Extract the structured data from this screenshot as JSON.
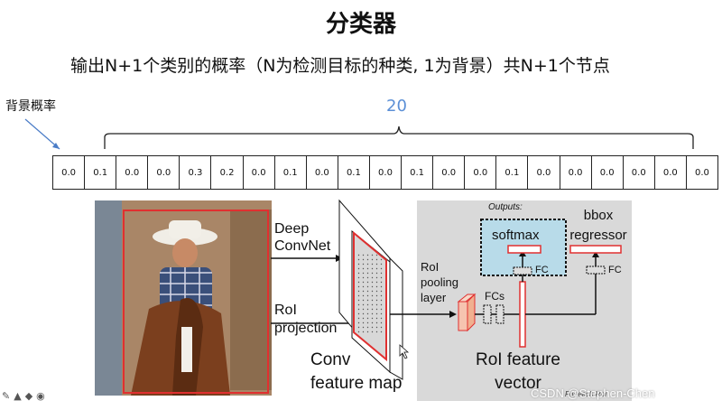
{
  "title": "分类器",
  "subtitle": "输出N+1个类别的概率（N为检测目标的种类, 1为背景）共N+1个节点",
  "background_label": "背景概率",
  "class_count": "20",
  "probabilities": [
    "0.0",
    "0.1",
    "0.0",
    "0.0",
    "0.3",
    "0.2",
    "0.0",
    "0.1",
    "0.0",
    "0.1",
    "0.0",
    "0.1",
    "0.0",
    "0.0",
    "0.1",
    "0.0",
    "0.0",
    "0.0",
    "0.0",
    "0.0",
    "0.0"
  ],
  "diagram": {
    "deep_convnet": "Deep\nConvNet",
    "roi_projection": "RoI\nprojection",
    "conv_feature_map": "Conv\nfeature map",
    "roi_pooling_layer": "RoI\npooling\nlayer",
    "fcs": "FCs",
    "roi_feature_vector": "RoI feature\nvector",
    "outputs": "Outputs:",
    "softmax": "softmax",
    "bbox_regressor": "bbox\nregressor",
    "fc_left": "FC",
    "fc_right": "FC",
    "for_each_roi": "For each RoI"
  },
  "colors": {
    "accent_blue": "#5b8fd6",
    "red": "#e03030",
    "panel_gray": "#d9d9d9",
    "softmax_fill": "#b8dbe9"
  },
  "watermark": "CSDN @Stephen-Chen"
}
